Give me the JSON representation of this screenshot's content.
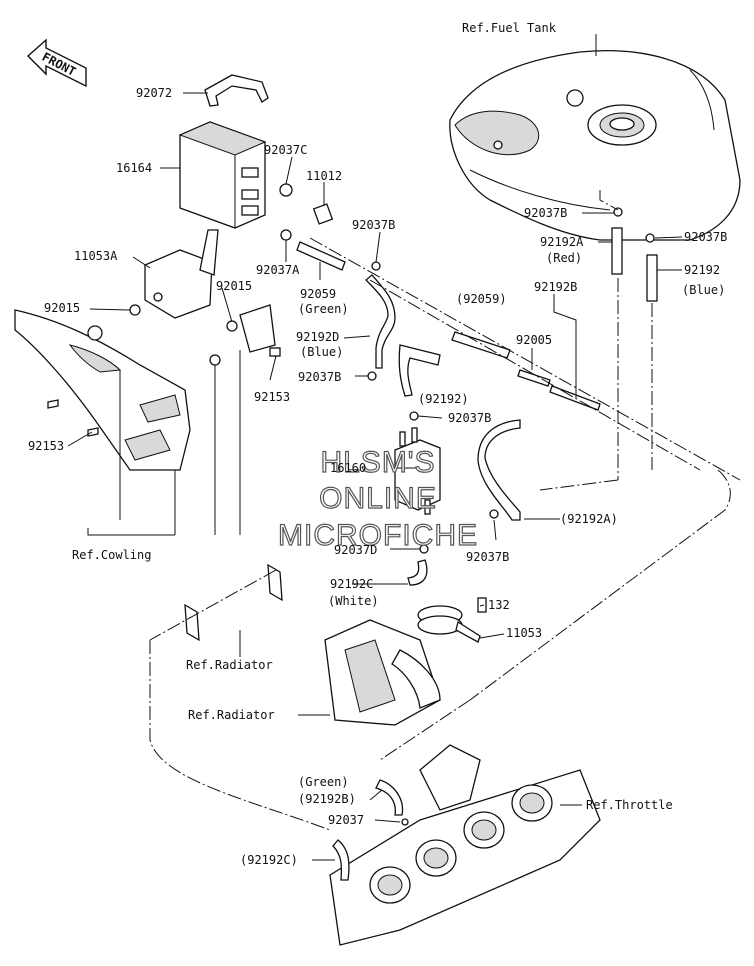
{
  "title": "",
  "front_badge": "FRONT",
  "watermark": [
    "HLSM'S",
    "ONLINE",
    "MICROFICHE"
  ],
  "callouts": [
    {
      "id": "ref-fuel-tank",
      "text": "Ref.Fuel Tank"
    },
    {
      "id": "p92072",
      "text": "92072"
    },
    {
      "id": "p16164",
      "text": "16164"
    },
    {
      "id": "p92037c",
      "text": "92037C"
    },
    {
      "id": "p11012",
      "text": "11012"
    },
    {
      "id": "p92037b-a",
      "text": "92037B"
    },
    {
      "id": "p11053a",
      "text": "11053A"
    },
    {
      "id": "p92037a",
      "text": "92037A"
    },
    {
      "id": "p92059",
      "text": "92059"
    },
    {
      "id": "p92059-color",
      "text": "(Green)"
    },
    {
      "id": "p92015-a",
      "text": "92015"
    },
    {
      "id": "p92015-b",
      "text": "92015"
    },
    {
      "id": "p92059-paren",
      "text": "(92059)"
    },
    {
      "id": "p92192b",
      "text": "92192B"
    },
    {
      "id": "p92192d",
      "text": "92192D"
    },
    {
      "id": "p92192d-color",
      "text": "(Blue)"
    },
    {
      "id": "p92005",
      "text": "92005"
    },
    {
      "id": "p92153-a",
      "text": "92153"
    },
    {
      "id": "p92037b-b",
      "text": "92037B"
    },
    {
      "id": "p92192-paren",
      "text": "(92192)"
    },
    {
      "id": "p92037b-c",
      "text": "92037B"
    },
    {
      "id": "p92037b-tank-l",
      "text": "92037B"
    },
    {
      "id": "p92192a",
      "text": "92192A"
    },
    {
      "id": "p92192a-color",
      "text": "(Red)"
    },
    {
      "id": "p92037b-tank-r",
      "text": "92037B"
    },
    {
      "id": "p92192",
      "text": "92192"
    },
    {
      "id": "p92192-color",
      "text": "(Blue)"
    },
    {
      "id": "p92153-b",
      "text": "92153"
    },
    {
      "id": "p16160",
      "text": "16160"
    },
    {
      "id": "p92192a-paren",
      "text": "(92192A)"
    },
    {
      "id": "ref-cowling",
      "text": "Ref.Cowling"
    },
    {
      "id": "p92037d",
      "text": "92037D"
    },
    {
      "id": "p92037b-d",
      "text": "92037B"
    },
    {
      "id": "p92192c",
      "text": "92192C"
    },
    {
      "id": "p92192c-color",
      "text": "(White)"
    },
    {
      "id": "p132",
      "text": "132"
    },
    {
      "id": "p11053",
      "text": "11053"
    },
    {
      "id": "ref-radiator-a",
      "text": "Ref.Radiator"
    },
    {
      "id": "ref-radiator-b",
      "text": "Ref.Radiator"
    },
    {
      "id": "p92192b-color",
      "text": "(Green)"
    },
    {
      "id": "p92192b-paren",
      "text": "(92192B)"
    },
    {
      "id": "ref-throttle",
      "text": "Ref.Throttle"
    },
    {
      "id": "p92037",
      "text": "92037"
    },
    {
      "id": "p92192c-paren",
      "text": "(92192C)"
    }
  ]
}
